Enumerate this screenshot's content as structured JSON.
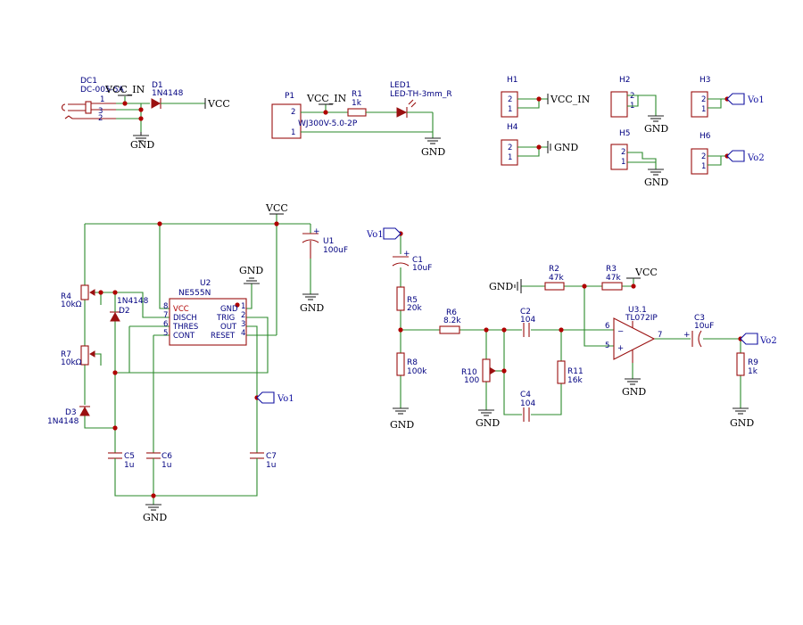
{
  "nets": {
    "vcc": "VCC",
    "vcc_in": "VCC_IN",
    "gnd": "GND",
    "vo1": "Vo1",
    "vo2": "Vo2"
  },
  "components": {
    "dc1": {
      "ref": "DC1",
      "value": "DC-005-5A"
    },
    "d1": {
      "ref": "D1",
      "value": "1N4148"
    },
    "p1": {
      "ref": "P1",
      "value": "WJ300V-5.0-2P"
    },
    "r1": {
      "ref": "R1",
      "value": "1k"
    },
    "led1": {
      "ref": "LED1",
      "value": "LED-TH-3mm_R"
    },
    "h1": {
      "ref": "H1"
    },
    "h2": {
      "ref": "H2"
    },
    "h3": {
      "ref": "H3"
    },
    "h4": {
      "ref": "H4"
    },
    "h5": {
      "ref": "H5"
    },
    "h6": {
      "ref": "H6"
    },
    "u1": {
      "ref": "U1",
      "value": "100uF"
    },
    "u2": {
      "ref": "U2",
      "value": "NE555N",
      "pins_left": [
        {
          "num": "8",
          "name": "VCC"
        },
        {
          "num": "7",
          "name": "DISCH"
        },
        {
          "num": "6",
          "name": "THRES"
        },
        {
          "num": "5",
          "name": "CONT"
        }
      ],
      "pins_right": [
        {
          "num": "1",
          "name": "GND"
        },
        {
          "num": "2",
          "name": "TRIG"
        },
        {
          "num": "3",
          "name": "OUT"
        },
        {
          "num": "4",
          "name": "RESET"
        }
      ]
    },
    "r4": {
      "ref": "R4",
      "value": "10kΩ"
    },
    "d2": {
      "ref": "D2",
      "value": "1N4148"
    },
    "r7": {
      "ref": "R7",
      "value": "10kΩ"
    },
    "d3": {
      "ref": "D3",
      "value": "1N4148"
    },
    "c5": {
      "ref": "C5",
      "value": "1u"
    },
    "c6": {
      "ref": "C6",
      "value": "1u"
    },
    "c7": {
      "ref": "C7",
      "value": "1u"
    },
    "c1": {
      "ref": "C1",
      "value": "10uF"
    },
    "r5": {
      "ref": "R5",
      "value": "20k"
    },
    "r8": {
      "ref": "R8",
      "value": "100k"
    },
    "r6": {
      "ref": "R6",
      "value": "8.2k"
    },
    "r10": {
      "ref": "R10",
      "value": "100"
    },
    "c2": {
      "ref": "C2",
      "value": "104"
    },
    "c4": {
      "ref": "C4",
      "value": "104"
    },
    "r11": {
      "ref": "R11",
      "value": "16k"
    },
    "r2": {
      "ref": "R2",
      "value": "47k"
    },
    "r3": {
      "ref": "R3",
      "value": "47k"
    },
    "u3": {
      "ref": "U3.1",
      "value": "TL072IP",
      "pin_minus": "6",
      "pin_plus": "5",
      "pin_out": "7",
      "sign_minus": "−",
      "sign_plus": "+"
    },
    "c3": {
      "ref": "C3",
      "value": "10uF"
    },
    "r9": {
      "ref": "R9",
      "value": "1k"
    }
  },
  "pin_numbers": {
    "one": "1",
    "two": "2",
    "three": "3"
  },
  "polarity": {
    "plus": "+"
  }
}
